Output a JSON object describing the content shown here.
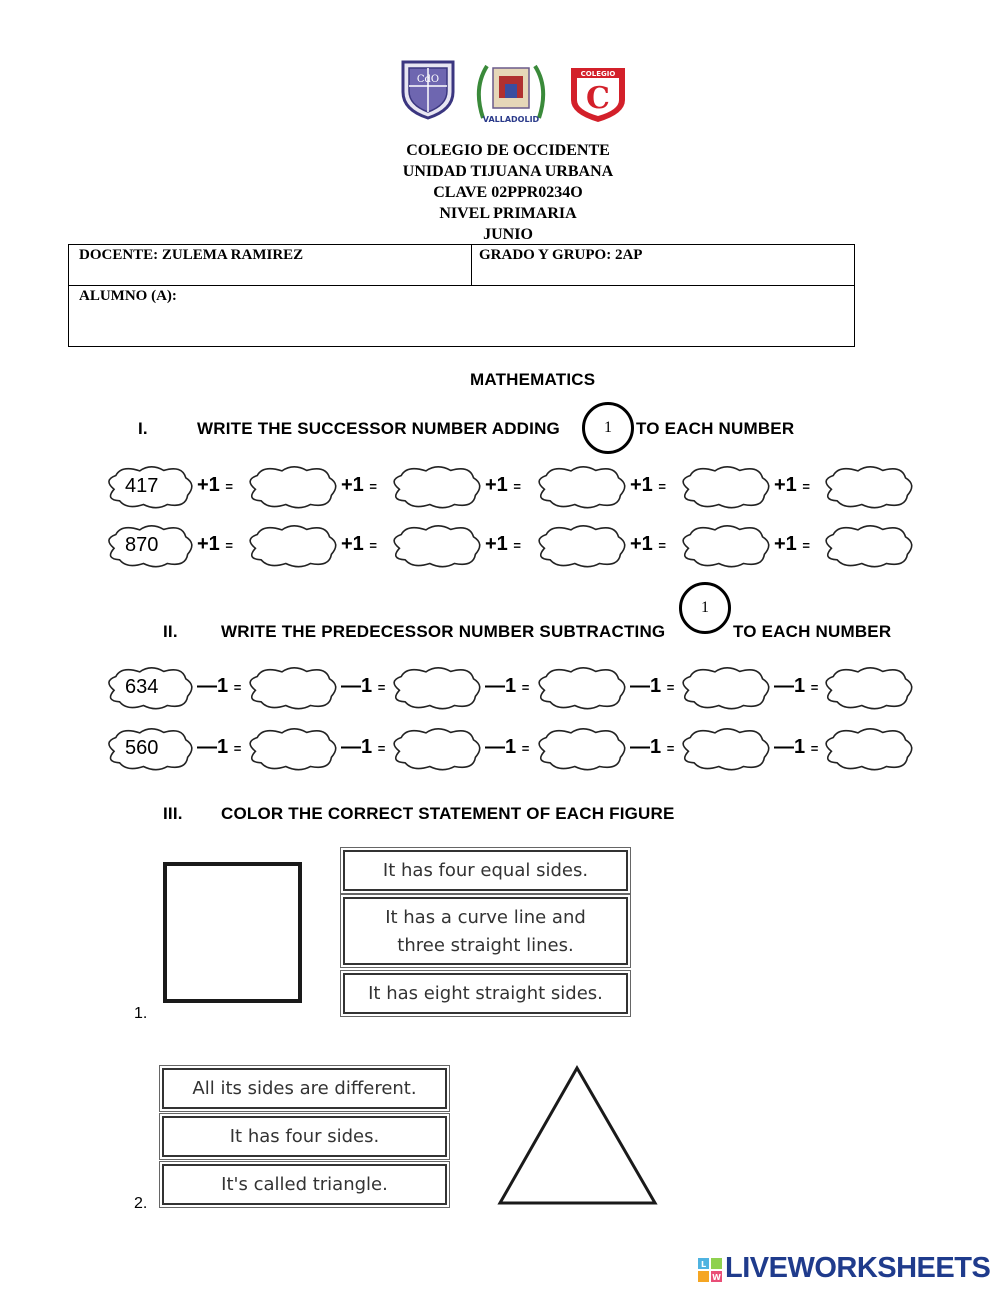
{
  "header": {
    "school": "COLEGIO DE OCCIDENTE",
    "unit": "UNIDAD TIJUANA URBANA",
    "key": "CLAVE 02PPR0234O",
    "level": "NIVEL PRIMARIA",
    "month": "JUNIO",
    "logos": {
      "left_text": "CdO",
      "middle_text": "VALLADOLID",
      "right_top": "COLEGIO",
      "right_letter": "C"
    }
  },
  "info": {
    "teacher": "DOCENTE: ZULEMA RAMIREZ",
    "grade": "GRADO Y GRUPO:  2AP",
    "student_label": "ALUMNO (A):"
  },
  "subject": "MATHEMATICS",
  "section1": {
    "numeral": "I.",
    "title_a": "WRITE THE SUCCESSOR NUMBER ADDING",
    "circle_value": "1",
    "title_b": "TO EACH NUMBER",
    "operator": "+1",
    "equals": "=",
    "rows": [
      "417",
      "870"
    ]
  },
  "section2": {
    "numeral": "II.",
    "title_a": "WRITE THE PREDECESSOR NUMBER SUBTRACTING",
    "circle_value": "1",
    "title_b": "TO EACH NUMBER",
    "operator": "—1",
    "equals": "=",
    "rows": [
      "634",
      "560"
    ]
  },
  "section3": {
    "numeral": "III.",
    "title": "COLOR THE CORRECT STATEMENT OF EACH FIGURE",
    "figure1": {
      "number": "1.",
      "statements": [
        "It has four equal sides.",
        "It has a curve line and",
        "three straight lines.",
        "It has eight straight sides."
      ]
    },
    "figure2": {
      "number": "2.",
      "statements": [
        "All its sides are different.",
        "It has four sides.",
        "It's called triangle."
      ]
    }
  },
  "footer": {
    "brand": "LIVEWORKSHEETS",
    "icon_letters": [
      "L",
      "W"
    ]
  }
}
